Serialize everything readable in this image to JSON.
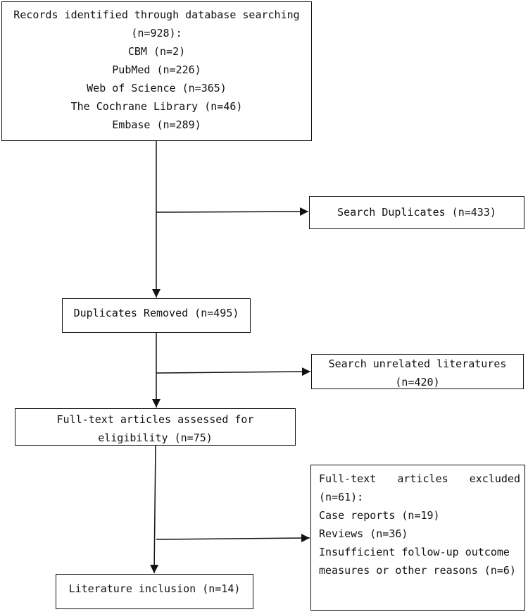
{
  "flowchart": {
    "records_identified": {
      "lines": [
        "Records identified through database searching",
        "(n=928):",
        "CBM (n=2)",
        "PubMed (n=226)",
        "Web of Science (n=365)",
        "The Cochrane Library (n=46)",
        "Embase (n=289)"
      ]
    },
    "search_duplicates": {
      "lines": [
        "Search Duplicates (n=433)"
      ]
    },
    "duplicates_removed": {
      "lines": [
        "Duplicates Removed (n=495)"
      ]
    },
    "search_unrelated": {
      "lines": [
        "Search unrelated literatures",
        "(n=420)"
      ]
    },
    "full_text_assessed": {
      "lines": [
        "Full-text articles assessed for",
        "eligibility (n=75)"
      ]
    },
    "full_text_excluded": {
      "lines": [
        "Full-text articles excluded",
        "(n=61):",
        "Case reports (n=19)",
        "Reviews (n=36)",
        "Insufficient follow-up outcome",
        "measures or other reasons (n=6)"
      ]
    },
    "literature_inclusion": {
      "lines": [
        "Literature inclusion (n=14)"
      ]
    }
  }
}
